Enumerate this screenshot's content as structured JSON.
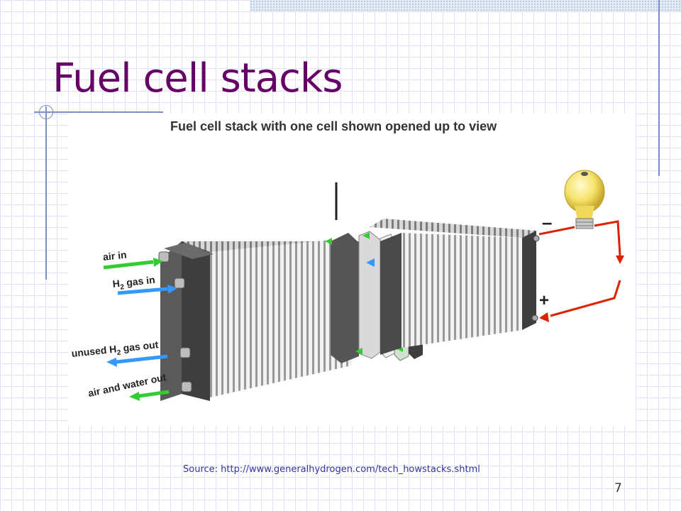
{
  "slide": {
    "title": "Fuel cell stacks",
    "source_label": "Source:",
    "source_url": "http://www.generalhydrogen.com/tech_howstacks.shtml",
    "page_number": "7"
  },
  "figure": {
    "caption": "Fuel cell stack with one cell shown opened up to view",
    "labels": {
      "air_in": "air in",
      "h2_gas_in_prefix": "H",
      "h2_gas_in_sub": "2",
      "h2_gas_in_suffix": " gas in",
      "unused_prefix": "unused H",
      "unused_sub": "2",
      "unused_suffix": " gas out",
      "air_water_out": "air and water out",
      "minus": "–",
      "plus": "+"
    },
    "icons": [
      "light-bulb-icon",
      "arrow-icon"
    ],
    "colors": {
      "air_arrow": "#33cc33",
      "h2_arrow": "#3399ff",
      "circuit": "#dd2200",
      "title": "#660066"
    }
  }
}
